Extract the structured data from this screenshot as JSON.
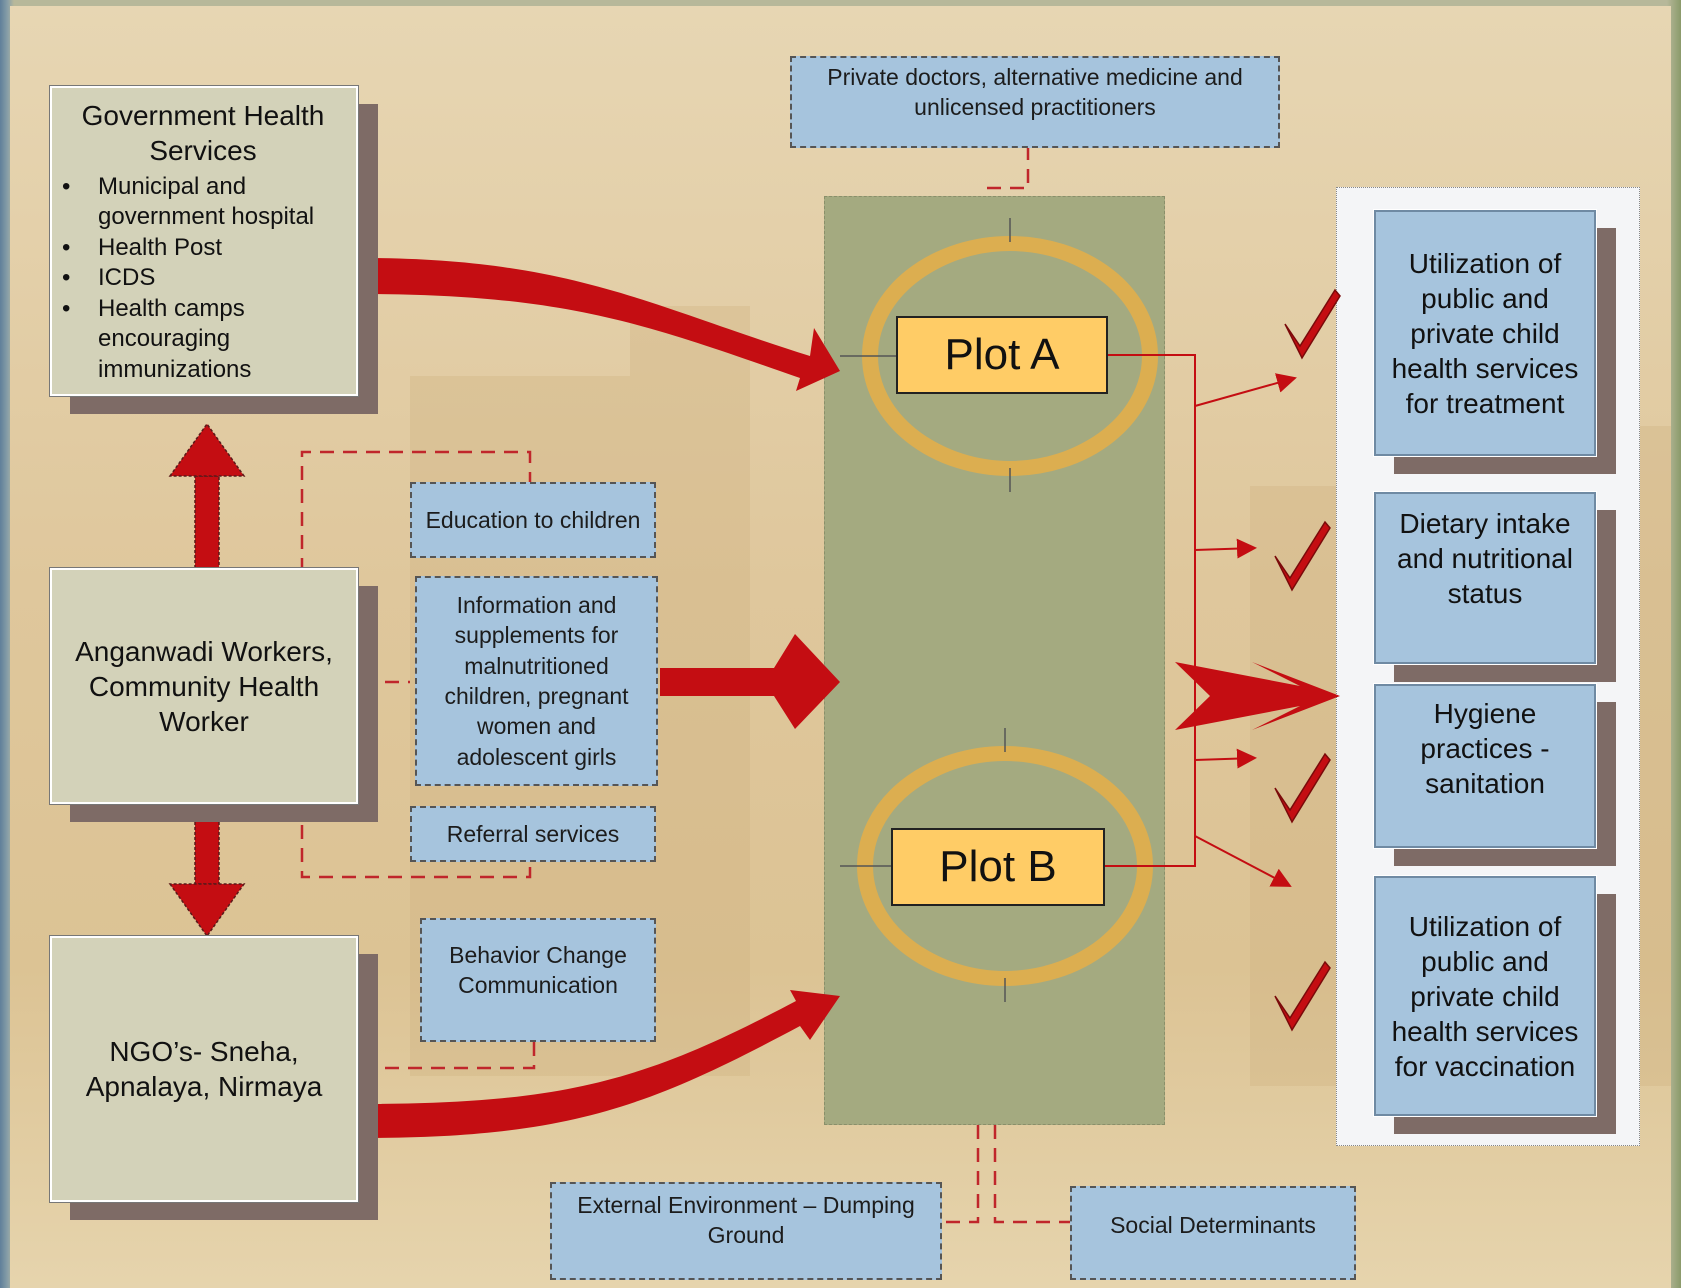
{
  "government": {
    "title": "Government Health Services",
    "items": [
      "Municipal and government hospital",
      "Health Post",
      "ICDS",
      "Health camps encouraging immunizations"
    ],
    "bullet": "•"
  },
  "anganwadi": {
    "title": "Anganwadi Workers, Community Health Worker"
  },
  "ngo": {
    "title": "NGO’s- Sneha, Apnalaya, Nirmaya"
  },
  "services": {
    "education": "Education to children",
    "information": "Information and supplements for malnutritioned children, pregnant women and adolescent girls",
    "referral": "Referral services",
    "behavior": "Behavior Change Communication"
  },
  "private_doctors": "Private doctors, alternative medicine and unlicensed practitioners",
  "plots": {
    "a": "Plot A",
    "b": "Plot B"
  },
  "outcomes": [
    "Utilization of public and private child health services for treatment",
    "Dietary intake and nutritional status",
    "Hygiene practices - sanitation",
    "Utilization of public and private child health services for vaccination"
  ],
  "external_environment": "External Environment – Dumping Ground",
  "social_determinants": "Social Determinants",
  "colors": {
    "arrow_red": "#c40d12",
    "panel_green": "#a4aa80",
    "box_blue": "#a6c4dd",
    "box_gray": "#d3d2b9",
    "plot_label": "#ffcc66",
    "ring_gold": "#dcae50"
  }
}
